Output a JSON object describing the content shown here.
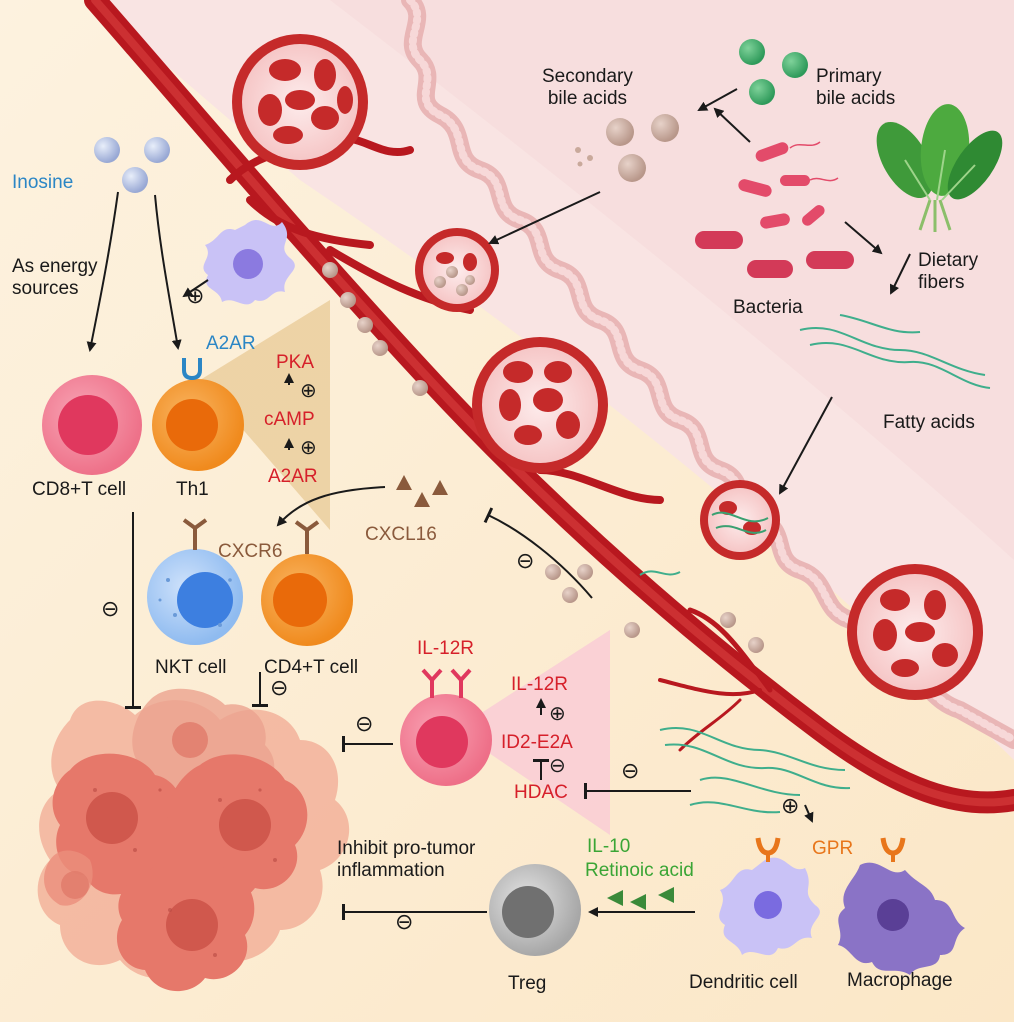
{
  "labels": {
    "secondary_bile_acids": "Secondary\nbile acids",
    "primary_bile_acids": "Primary\nbile acids",
    "inosine": "Inosine",
    "as_energy_sources": "As energy\nsources",
    "a2ar_receptor": "A2AR",
    "pka": "PKA",
    "camp": "cAMP",
    "a2ar_cascade": "A2AR",
    "cd8_t_cell": "CD8+T cell",
    "th1": "Th1",
    "dietary_fibers": "Dietary\nfibers",
    "bacteria": "Bacteria",
    "fatty_acids": "Fatty acids",
    "cxcl16": "CXCL16",
    "cxcr6": "CXCR6",
    "nkt_cell": "NKT cell",
    "cd4_t_cell": "CD4+T cell",
    "il12r_receptor": "IL-12R",
    "il12r_cascade": "IL-12R",
    "id2_e2a": "ID2-E2A",
    "hdac": "HDAC",
    "inhibit_inflammation": "Inhibit pro-tumor\ninflammation",
    "il10": "IL-10",
    "retinoic_acid": "Retinoic acid",
    "gpr": "GPR",
    "treg": "Treg",
    "dendritic_cell": "Dendritic cell",
    "macrophage": "Macrophage"
  },
  "symbols": {
    "plus": "⊕",
    "minus": "⊖"
  },
  "colors": {
    "background": "#fdf3e3",
    "intestine": "#f9e3e3",
    "vessel": "#b8181f",
    "tumor": "#e6786a",
    "th1_cell": "#f08a1d",
    "cd8_cell": "#f07a90",
    "nkt_cell": "#8fbbf0",
    "treg_cell": "#a7a7a7",
    "dendritic_cell": "#c6bff7",
    "macrophage": "#8a73c6",
    "bile_acid_green": "#2e9a5a",
    "bile_acid_beige": "#c9a99b",
    "inosine_blue": "#aab8de",
    "text_blue": "#2b86c5",
    "text_red": "#d6202a",
    "text_brown": "#8a5a3c",
    "text_green": "#3aa535",
    "text_orange": "#e8761b"
  }
}
